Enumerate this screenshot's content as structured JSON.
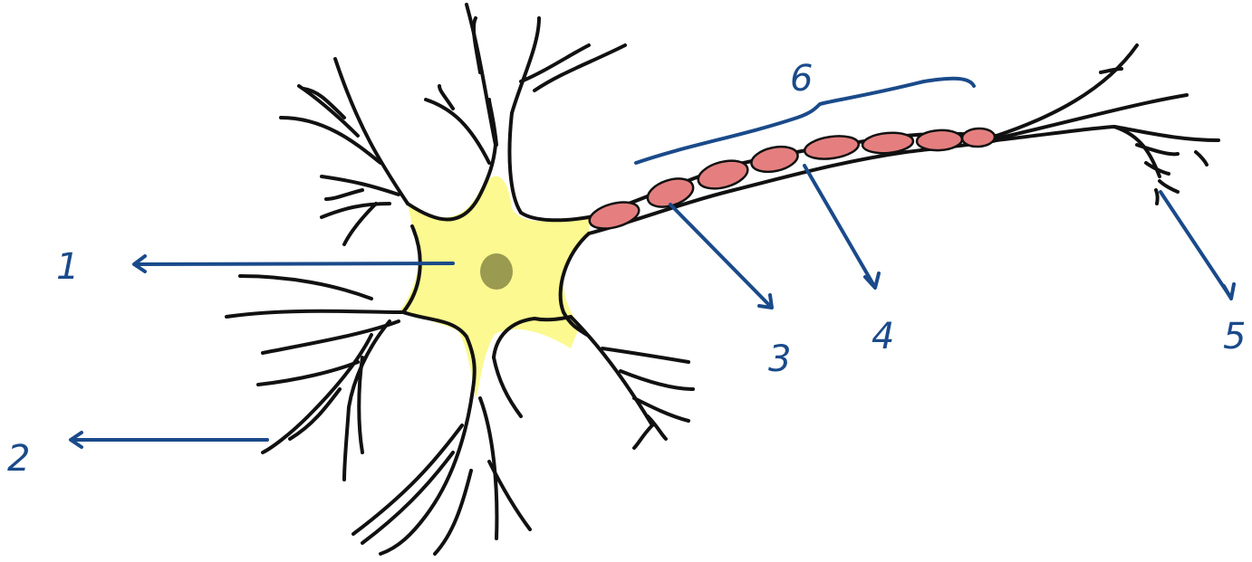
{
  "labels": {
    "l1": "1",
    "l2": "2",
    "l3": "3",
    "l4": "4",
    "l5": "5",
    "l6": "6"
  },
  "colors": {
    "cell_body": "#fbf98f",
    "nucleus": "#9a9a50",
    "myelin": "#e57f7f",
    "outline": "#111111",
    "annotation": "#1a4a8a"
  }
}
